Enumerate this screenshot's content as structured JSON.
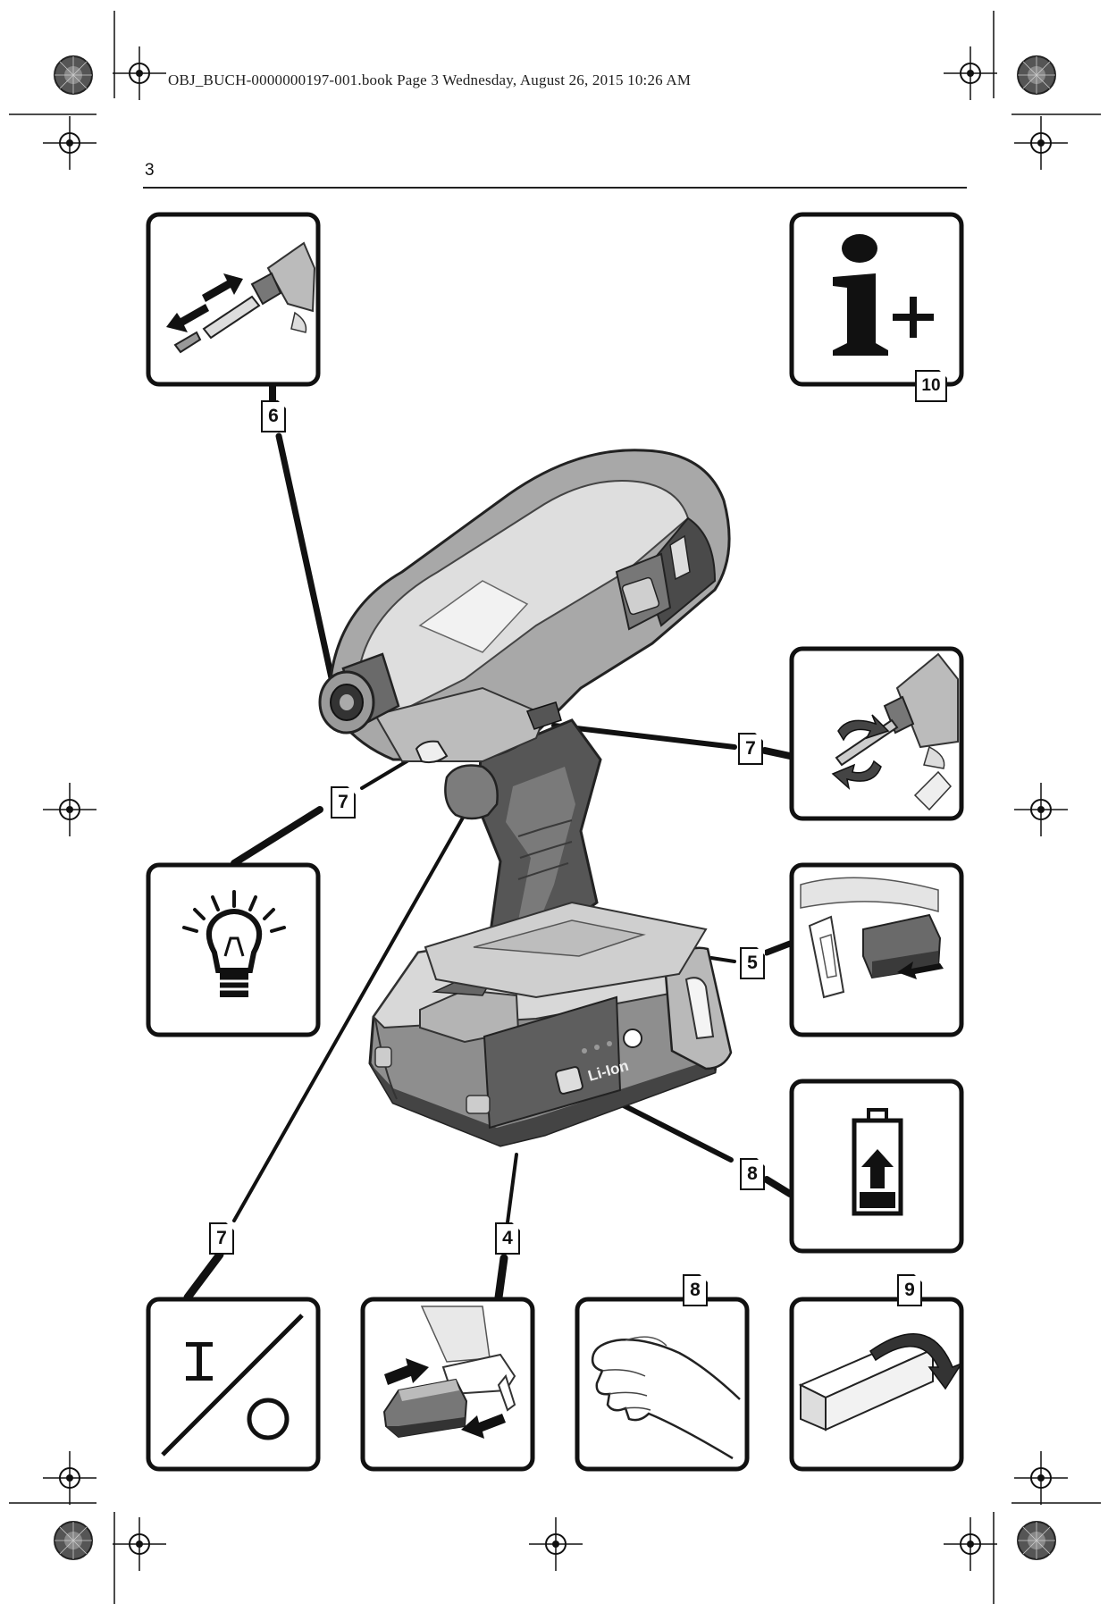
{
  "header": {
    "print_line": "OBJ_BUCH-0000000197-001.book  Page 3  Wednesday, August 26, 2015  10:26 AM",
    "page_number": "3"
  },
  "callouts": {
    "c6": "6",
    "c10": "10",
    "c7_right": "7",
    "c7_left": "7",
    "c5": "5",
    "c8_right": "8",
    "c7_bottom": "7",
    "c4": "4",
    "c8_bottom": "8",
    "c9": "9"
  },
  "product": {
    "battery_text": "Li-Ion"
  },
  "icons": {
    "bit_change": "bit-change-icon",
    "info": "info-plus-icon",
    "rotation": "rotation-direction-icon",
    "lamp": "work-light-icon",
    "battery_release": "battery-release-icon",
    "charge": "battery-charge-icon",
    "on_off": "on-off-switch-icon",
    "battery_insert": "battery-insert-icon",
    "hand": "hand-grip-icon",
    "packaging": "packaging-icon"
  },
  "colors": {
    "ink": "#111111",
    "tool_dark": "#4a4a4a",
    "tool_mid": "#8a8a8a",
    "tool_light": "#cfcfcf"
  }
}
